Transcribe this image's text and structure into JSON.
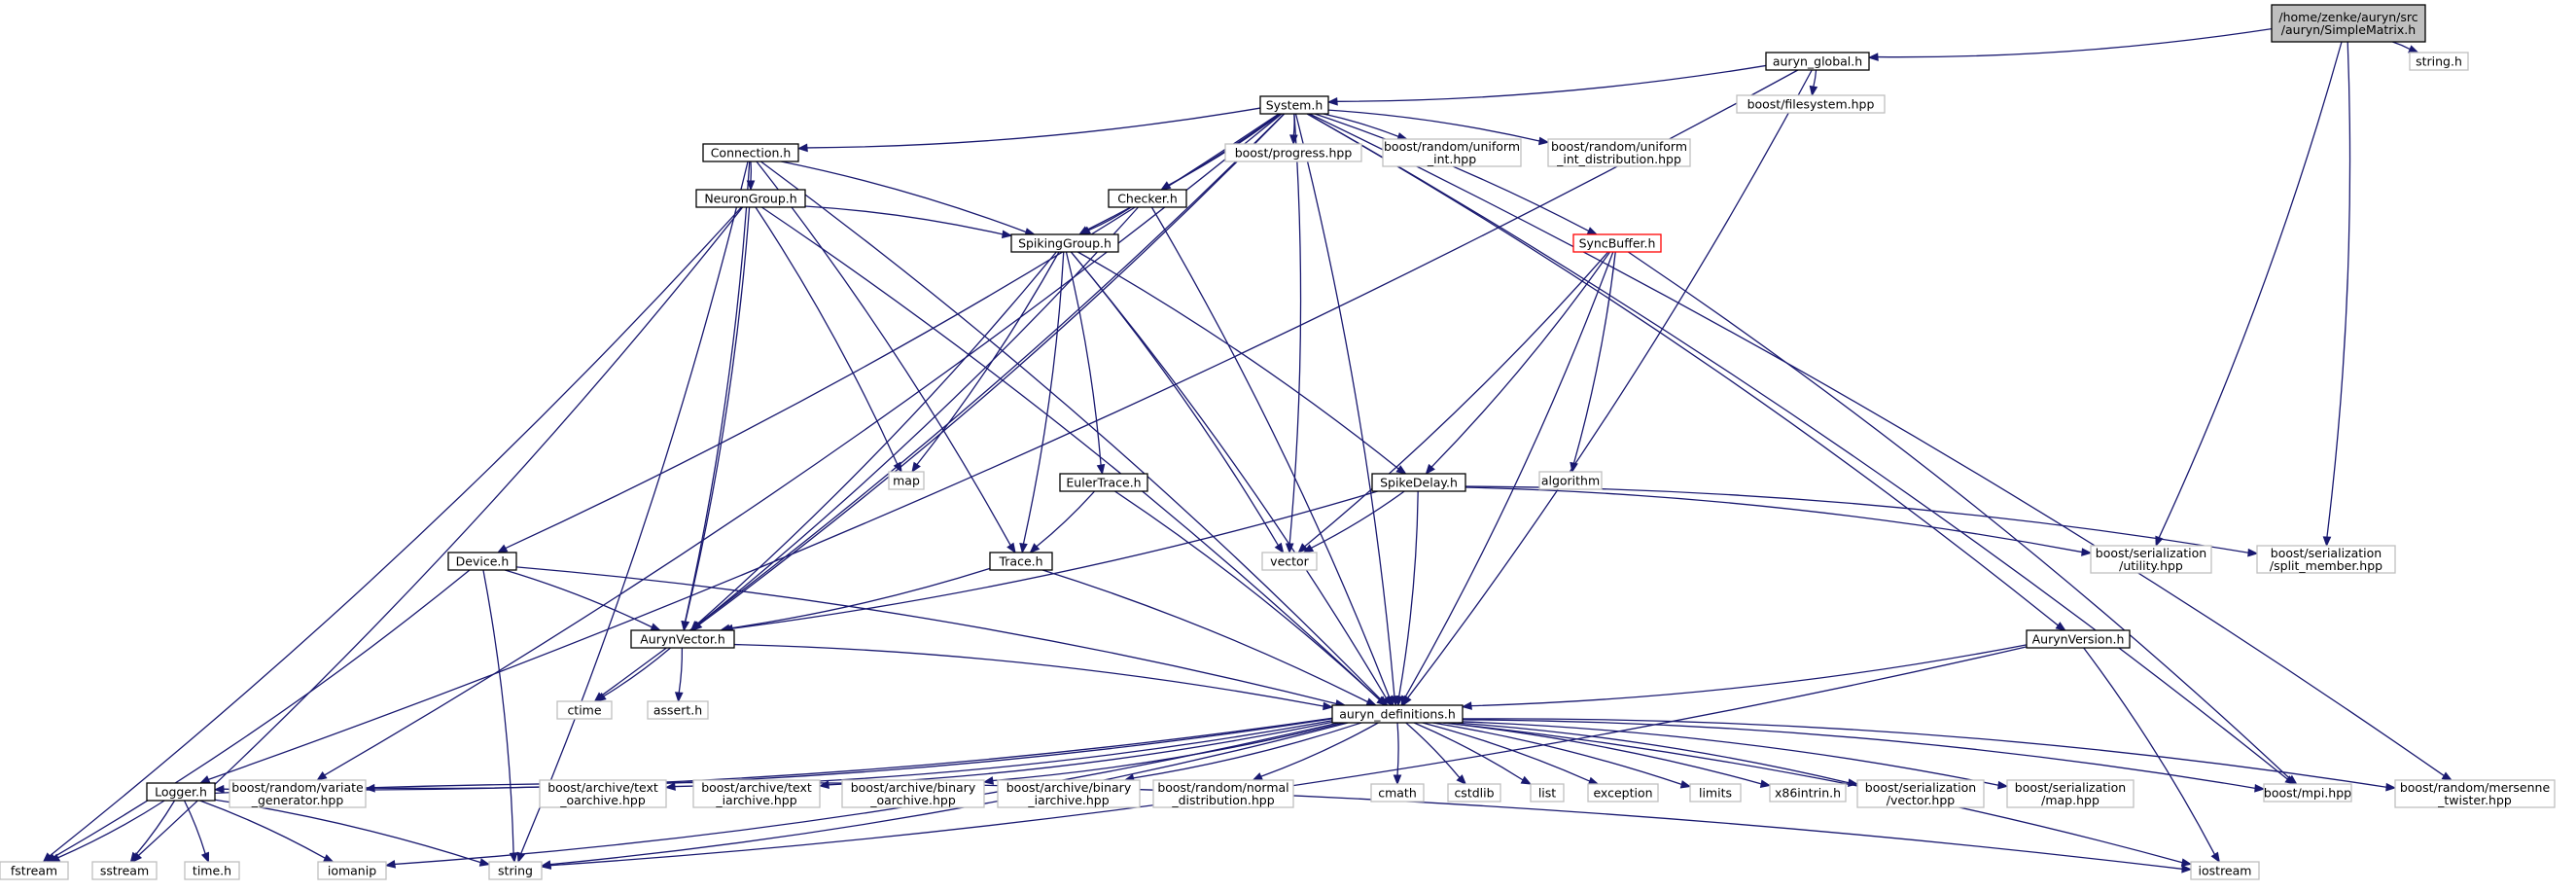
{
  "colors": {
    "edge": "#191970",
    "documented_border": "#000000",
    "external_border": "#bfbfbf",
    "root_fill": "#bfbfbf",
    "incomplete_border": "#ff0000"
  },
  "nodes": [
    {
      "id": "simplematrix",
      "kind": "root",
      "lines": [
        "/home/zenke/auryn/src",
        "/auryn/SimpleMatrix.h"
      ]
    },
    {
      "id": "auryn_global",
      "kind": "doc",
      "lines": [
        "auryn_global.h"
      ]
    },
    {
      "id": "string_h",
      "kind": "ext",
      "lines": [
        "string.h"
      ]
    },
    {
      "id": "filesystem",
      "kind": "ext",
      "lines": [
        "boost/filesystem.hpp"
      ]
    },
    {
      "id": "system",
      "kind": "doc",
      "lines": [
        "System.h"
      ]
    },
    {
      "id": "connection",
      "kind": "doc",
      "lines": [
        "Connection.h"
      ]
    },
    {
      "id": "progress",
      "kind": "ext",
      "lines": [
        "boost/progress.hpp"
      ]
    },
    {
      "id": "uniform_int",
      "kind": "ext",
      "lines": [
        "boost/random/uniform",
        "_int.hpp"
      ]
    },
    {
      "id": "uniform_int_dist",
      "kind": "ext",
      "lines": [
        "boost/random/uniform",
        "_int_distribution.hpp"
      ]
    },
    {
      "id": "neurongroup",
      "kind": "doc",
      "lines": [
        "NeuronGroup.h"
      ]
    },
    {
      "id": "checker",
      "kind": "doc",
      "lines": [
        "Checker.h"
      ]
    },
    {
      "id": "spikinggroup",
      "kind": "doc",
      "lines": [
        "SpikingGroup.h"
      ]
    },
    {
      "id": "syncbuffer",
      "kind": "incomplete",
      "lines": [
        "SyncBuffer.h"
      ]
    },
    {
      "id": "map",
      "kind": "ext",
      "lines": [
        "map"
      ]
    },
    {
      "id": "eulertrace",
      "kind": "doc",
      "lines": [
        "EulerTrace.h"
      ]
    },
    {
      "id": "spikedelay",
      "kind": "doc",
      "lines": [
        "SpikeDelay.h"
      ]
    },
    {
      "id": "algorithm",
      "kind": "ext",
      "lines": [
        "algorithm"
      ]
    },
    {
      "id": "vector",
      "kind": "ext",
      "lines": [
        "vector"
      ]
    },
    {
      "id": "ser_utility",
      "kind": "ext",
      "lines": [
        "boost/serialization",
        "/utility.hpp"
      ]
    },
    {
      "id": "ser_split",
      "kind": "ext",
      "lines": [
        "boost/serialization",
        "/split_member.hpp"
      ]
    },
    {
      "id": "device",
      "kind": "doc",
      "lines": [
        "Device.h"
      ]
    },
    {
      "id": "trace",
      "kind": "doc",
      "lines": [
        "Trace.h"
      ]
    },
    {
      "id": "aurynvector",
      "kind": "doc",
      "lines": [
        "AurynVector.h"
      ]
    },
    {
      "id": "aurynversion",
      "kind": "doc",
      "lines": [
        "AurynVersion.h"
      ]
    },
    {
      "id": "ctime",
      "kind": "ext",
      "lines": [
        "ctime"
      ]
    },
    {
      "id": "assert",
      "kind": "ext",
      "lines": [
        "assert.h"
      ]
    },
    {
      "id": "definitions",
      "kind": "doc",
      "lines": [
        "auryn_definitions.h"
      ]
    },
    {
      "id": "logger",
      "kind": "doc",
      "lines": [
        "Logger.h"
      ]
    },
    {
      "id": "variate_gen",
      "kind": "ext",
      "lines": [
        "boost/random/variate",
        "_generator.hpp"
      ]
    },
    {
      "id": "text_oarchive",
      "kind": "ext",
      "lines": [
        "boost/archive/text",
        "_oarchive.hpp"
      ]
    },
    {
      "id": "text_iarchive",
      "kind": "ext",
      "lines": [
        "boost/archive/text",
        "_iarchive.hpp"
      ]
    },
    {
      "id": "binary_oarchive",
      "kind": "ext",
      "lines": [
        "boost/archive/binary",
        "_oarchive.hpp"
      ]
    },
    {
      "id": "binary_iarchive",
      "kind": "ext",
      "lines": [
        "boost/archive/binary",
        "_iarchive.hpp"
      ]
    },
    {
      "id": "normal_dist",
      "kind": "ext",
      "lines": [
        "boost/random/normal",
        "_distribution.hpp"
      ]
    },
    {
      "id": "cmath",
      "kind": "ext",
      "lines": [
        "cmath"
      ]
    },
    {
      "id": "cstdlib",
      "kind": "ext",
      "lines": [
        "cstdlib"
      ]
    },
    {
      "id": "list",
      "kind": "ext",
      "lines": [
        "list"
      ]
    },
    {
      "id": "exception",
      "kind": "ext",
      "lines": [
        "exception"
      ]
    },
    {
      "id": "limits",
      "kind": "ext",
      "lines": [
        "limits"
      ]
    },
    {
      "id": "x86intrin",
      "kind": "ext",
      "lines": [
        "x86intrin.h"
      ]
    },
    {
      "id": "ser_vector",
      "kind": "ext",
      "lines": [
        "boost/serialization",
        "/vector.hpp"
      ]
    },
    {
      "id": "ser_map",
      "kind": "ext",
      "lines": [
        "boost/serialization",
        "/map.hpp"
      ]
    },
    {
      "id": "mpi",
      "kind": "ext",
      "lines": [
        "boost/mpi.hpp"
      ]
    },
    {
      "id": "mersenne",
      "kind": "ext",
      "lines": [
        "boost/random/mersenne",
        "_twister.hpp"
      ]
    },
    {
      "id": "fstream",
      "kind": "ext",
      "lines": [
        "fstream"
      ]
    },
    {
      "id": "sstream",
      "kind": "ext",
      "lines": [
        "sstream"
      ]
    },
    {
      "id": "time_h",
      "kind": "ext",
      "lines": [
        "time.h"
      ]
    },
    {
      "id": "iomanip",
      "kind": "ext",
      "lines": [
        "iomanip"
      ]
    },
    {
      "id": "string",
      "kind": "ext",
      "lines": [
        "string"
      ]
    },
    {
      "id": "iostream",
      "kind": "ext",
      "lines": [
        "iostream"
      ]
    }
  ],
  "edges": [
    [
      "simplematrix",
      "auryn_global"
    ],
    [
      "simplematrix",
      "string_h"
    ],
    [
      "simplematrix",
      "ser_utility"
    ],
    [
      "simplematrix",
      "ser_split"
    ],
    [
      "auryn_global",
      "system"
    ],
    [
      "auryn_global",
      "filesystem"
    ],
    [
      "auryn_global",
      "logger"
    ],
    [
      "auryn_global",
      "definitions"
    ],
    [
      "system",
      "connection"
    ],
    [
      "system",
      "progress"
    ],
    [
      "system",
      "uniform_int"
    ],
    [
      "system",
      "uniform_int_dist"
    ],
    [
      "system",
      "checker"
    ],
    [
      "system",
      "spikinggroup"
    ],
    [
      "system",
      "syncbuffer"
    ],
    [
      "system",
      "vector"
    ],
    [
      "system",
      "device"
    ],
    [
      "system",
      "aurynvector"
    ],
    [
      "system",
      "ctime"
    ],
    [
      "system",
      "variate_gen"
    ],
    [
      "system",
      "definitions"
    ],
    [
      "system",
      "aurynversion"
    ],
    [
      "system",
      "mpi"
    ],
    [
      "system",
      "mersenne"
    ],
    [
      "connection",
      "neurongroup"
    ],
    [
      "connection",
      "spikinggroup"
    ],
    [
      "connection",
      "trace"
    ],
    [
      "connection",
      "aurynvector"
    ],
    [
      "connection",
      "definitions"
    ],
    [
      "connection",
      "string"
    ],
    [
      "neurongroup",
      "spikinggroup"
    ],
    [
      "neurongroup",
      "map"
    ],
    [
      "neurongroup",
      "aurynvector"
    ],
    [
      "neurongroup",
      "definitions"
    ],
    [
      "neurongroup",
      "fstream"
    ],
    [
      "neurongroup",
      "sstream"
    ],
    [
      "checker",
      "spikinggroup"
    ],
    [
      "checker",
      "aurynvector"
    ],
    [
      "checker",
      "definitions"
    ],
    [
      "spikinggroup",
      "map"
    ],
    [
      "spikinggroup",
      "eulertrace"
    ],
    [
      "spikinggroup",
      "spikedelay"
    ],
    [
      "spikinggroup",
      "vector"
    ],
    [
      "spikinggroup",
      "trace"
    ],
    [
      "spikinggroup",
      "aurynvector"
    ],
    [
      "spikinggroup",
      "definitions"
    ],
    [
      "syncbuffer",
      "spikedelay"
    ],
    [
      "syncbuffer",
      "algorithm"
    ],
    [
      "syncbuffer",
      "vector"
    ],
    [
      "syncbuffer",
      "definitions"
    ],
    [
      "syncbuffer",
      "mpi"
    ],
    [
      "eulertrace",
      "trace"
    ],
    [
      "eulertrace",
      "definitions"
    ],
    [
      "spikedelay",
      "vector"
    ],
    [
      "spikedelay",
      "ser_utility"
    ],
    [
      "spikedelay",
      "ser_split"
    ],
    [
      "spikedelay",
      "aurynvector"
    ],
    [
      "spikedelay",
      "definitions"
    ],
    [
      "device",
      "aurynvector"
    ],
    [
      "device",
      "definitions"
    ],
    [
      "device",
      "string"
    ],
    [
      "device",
      "fstream"
    ],
    [
      "trace",
      "aurynvector"
    ],
    [
      "trace",
      "definitions"
    ],
    [
      "aurynvector",
      "ctime"
    ],
    [
      "aurynvector",
      "assert"
    ],
    [
      "aurynvector",
      "definitions"
    ],
    [
      "aurynversion",
      "definitions"
    ],
    [
      "aurynversion",
      "string"
    ],
    [
      "aurynversion",
      "iostream"
    ],
    [
      "definitions",
      "logger"
    ],
    [
      "definitions",
      "variate_gen"
    ],
    [
      "definitions",
      "text_oarchive"
    ],
    [
      "definitions",
      "text_iarchive"
    ],
    [
      "definitions",
      "binary_oarchive"
    ],
    [
      "definitions",
      "binary_iarchive"
    ],
    [
      "definitions",
      "normal_dist"
    ],
    [
      "definitions",
      "cmath"
    ],
    [
      "definitions",
      "cstdlib"
    ],
    [
      "definitions",
      "list"
    ],
    [
      "definitions",
      "exception"
    ],
    [
      "definitions",
      "limits"
    ],
    [
      "definitions",
      "x86intrin"
    ],
    [
      "definitions",
      "ser_vector"
    ],
    [
      "definitions",
      "ser_map"
    ],
    [
      "definitions",
      "mpi"
    ],
    [
      "definitions",
      "mersenne"
    ],
    [
      "definitions",
      "iostream"
    ],
    [
      "definitions",
      "string"
    ],
    [
      "definitions",
      "iomanip"
    ],
    [
      "logger",
      "fstream"
    ],
    [
      "logger",
      "sstream"
    ],
    [
      "logger",
      "time_h"
    ],
    [
      "logger",
      "iomanip"
    ],
    [
      "logger",
      "string"
    ],
    [
      "logger",
      "iostream"
    ]
  ]
}
